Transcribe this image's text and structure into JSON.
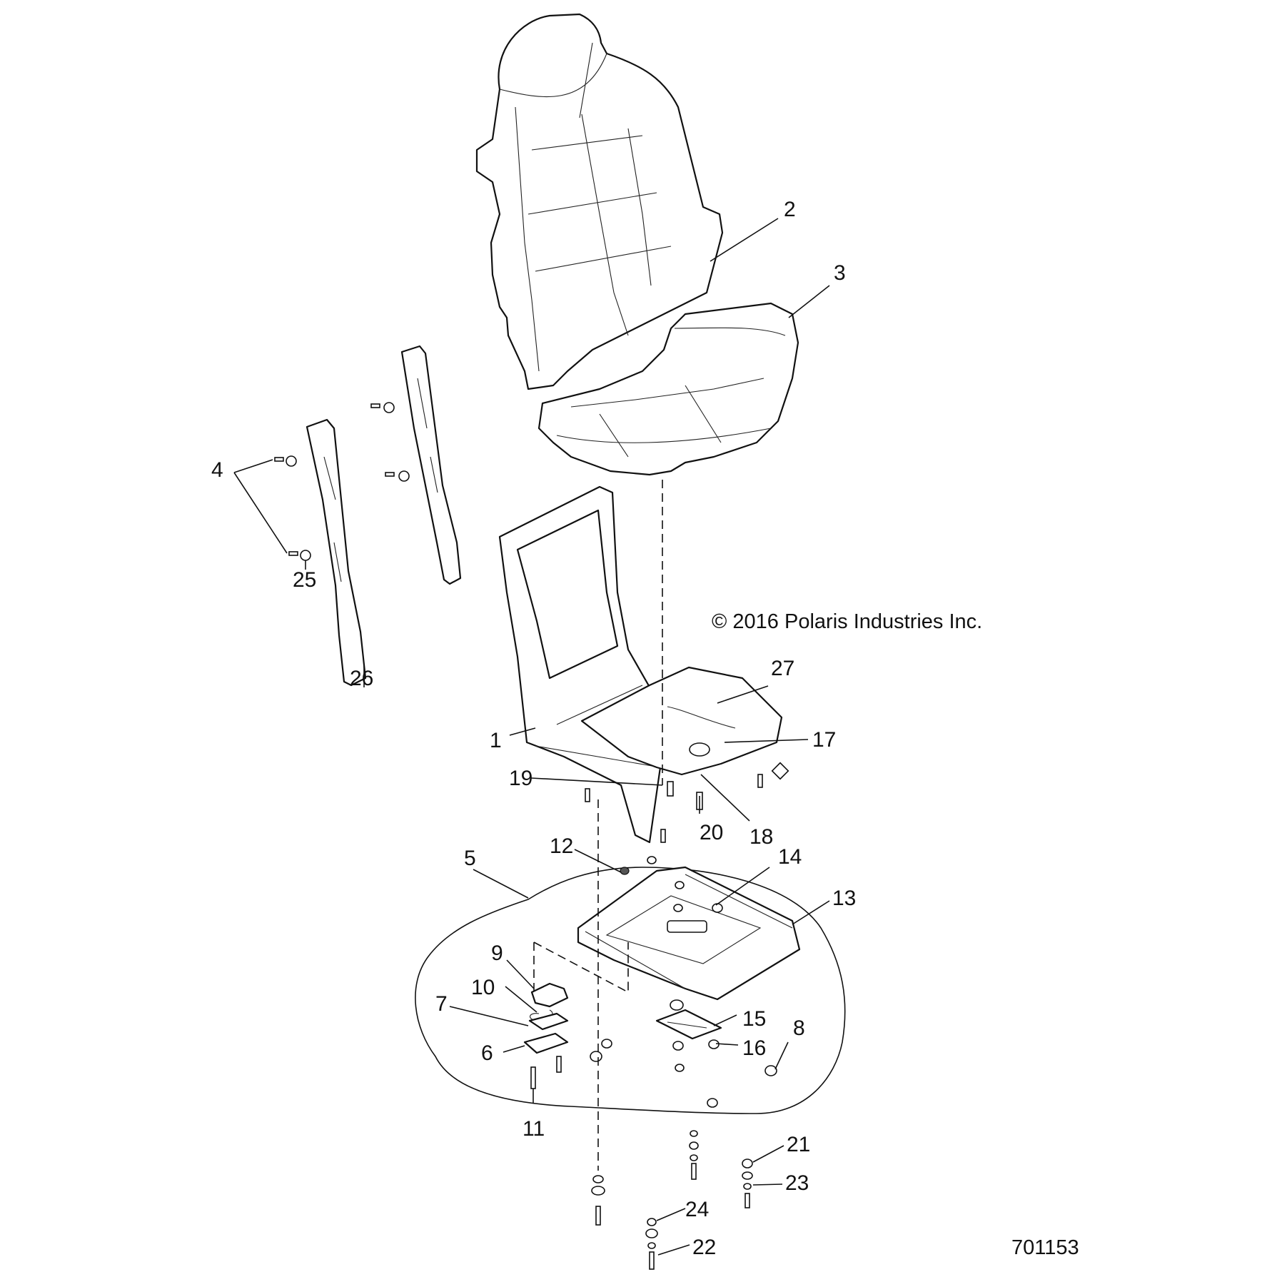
{
  "copyright": "© 2016 Polaris Industries Inc.",
  "drawing_number": "701153",
  "callouts": [
    {
      "id": "c2",
      "text": "2"
    },
    {
      "id": "c3",
      "text": "3"
    },
    {
      "id": "c4",
      "text": "4"
    },
    {
      "id": "c25",
      "text": "25"
    },
    {
      "id": "c26",
      "text": "26"
    },
    {
      "id": "c27",
      "text": "27"
    },
    {
      "id": "c1",
      "text": "1"
    },
    {
      "id": "c17",
      "text": "17"
    },
    {
      "id": "c19",
      "text": "19"
    },
    {
      "id": "c20",
      "text": "20"
    },
    {
      "id": "c18",
      "text": "18"
    },
    {
      "id": "c5",
      "text": "5"
    },
    {
      "id": "c12",
      "text": "12"
    },
    {
      "id": "c14",
      "text": "14"
    },
    {
      "id": "c13",
      "text": "13"
    },
    {
      "id": "c9",
      "text": "9"
    },
    {
      "id": "c10",
      "text": "10"
    },
    {
      "id": "c7",
      "text": "7"
    },
    {
      "id": "c15",
      "text": "15"
    },
    {
      "id": "c8",
      "text": "8"
    },
    {
      "id": "c16",
      "text": "16"
    },
    {
      "id": "c6",
      "text": "6"
    },
    {
      "id": "c11",
      "text": "11"
    },
    {
      "id": "c21",
      "text": "21"
    },
    {
      "id": "c23",
      "text": "23"
    },
    {
      "id": "c24",
      "text": "24"
    },
    {
      "id": "c22",
      "text": "22"
    }
  ]
}
